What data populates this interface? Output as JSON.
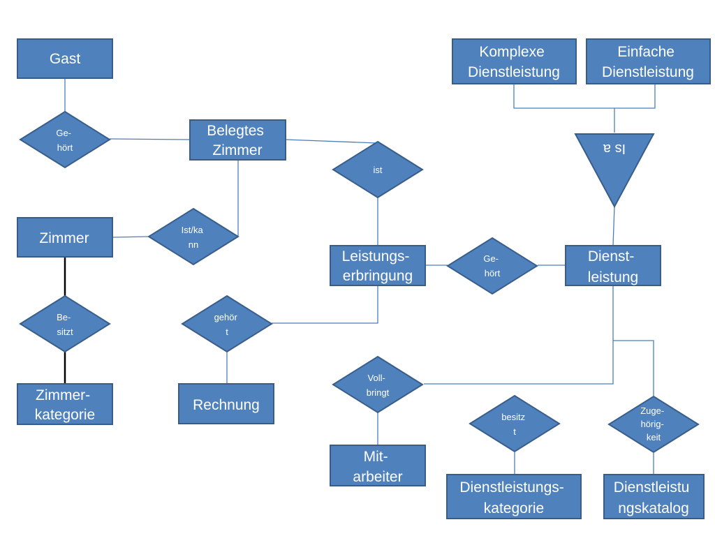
{
  "entities": {
    "gast": [
      "Gast"
    ],
    "belegtes_zimmer": [
      "Belegtes",
      "Zimmer"
    ],
    "zimmer": [
      "Zimmer"
    ],
    "zimmerkategorie": [
      "Zimmer-",
      "kategorie"
    ],
    "rechnung": [
      "Rechnung"
    ],
    "leistungserbringung": [
      "Leistungs-",
      "erbringung"
    ],
    "dienstleistung": [
      "Dienst-",
      "leistung"
    ],
    "komplexe_dienstleistung": [
      "Komplexe",
      "Dienstleistung"
    ],
    "einfache_dienstleistung": [
      "Einfache",
      "Dienstleistung"
    ],
    "mitarbeiter": [
      "Mit-",
      "arbeiter"
    ],
    "dienstleistungskategorie": [
      "Dienstleistungs-",
      "kategorie"
    ],
    "dienstleistungskatalog": [
      "Dienstleistu",
      "ngskatalog"
    ]
  },
  "relationships": {
    "gehoert_gast": [
      "Ge-",
      "hört"
    ],
    "ist_kann": [
      "Ist/ka",
      "nn"
    ],
    "besitzt_zimmer": [
      "Be-",
      "sitzt"
    ],
    "ist": [
      "ist"
    ],
    "gehoert_rechnung": [
      "gehör",
      "t"
    ],
    "gehoert_dienst": [
      "Ge-",
      "hört"
    ],
    "vollbringt": [
      "Voll-",
      "bringt"
    ],
    "besitzt_kategorie": [
      "besitz",
      "t"
    ],
    "zugehoerigkeit": [
      "Zuge-",
      "hörig-",
      "keit"
    ]
  },
  "isa_label": "Is a",
  "colors": {
    "fill": "#4f81bd",
    "stroke": "#385d8a",
    "line": "#4a7ebb",
    "text": "#ffffff"
  }
}
